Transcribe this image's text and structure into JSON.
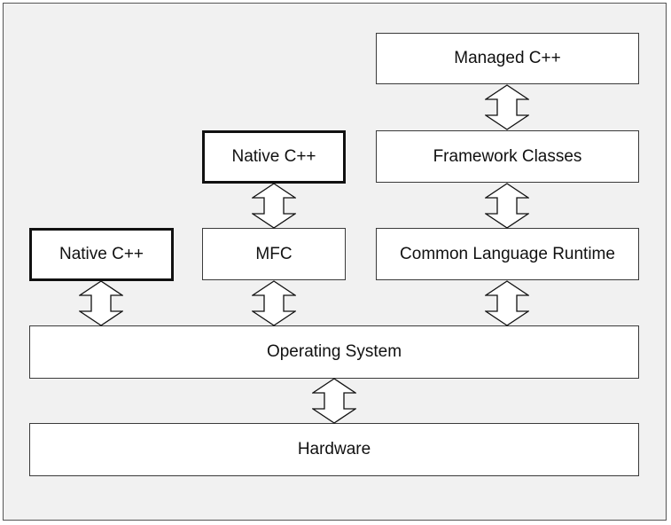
{
  "diagram": {
    "boxes": {
      "managed_cpp": "Managed C++",
      "native_cpp_mfc": "Native C++",
      "framework_classes": "Framework Classes",
      "native_cpp_left": "Native C++",
      "mfc": "MFC",
      "clr": "Common Language Runtime",
      "operating_system": "Operating System",
      "hardware": "Hardware"
    },
    "colors": {
      "frame_background": "#f1f1f1",
      "box_background": "#ffffff",
      "border": "#111111"
    }
  }
}
